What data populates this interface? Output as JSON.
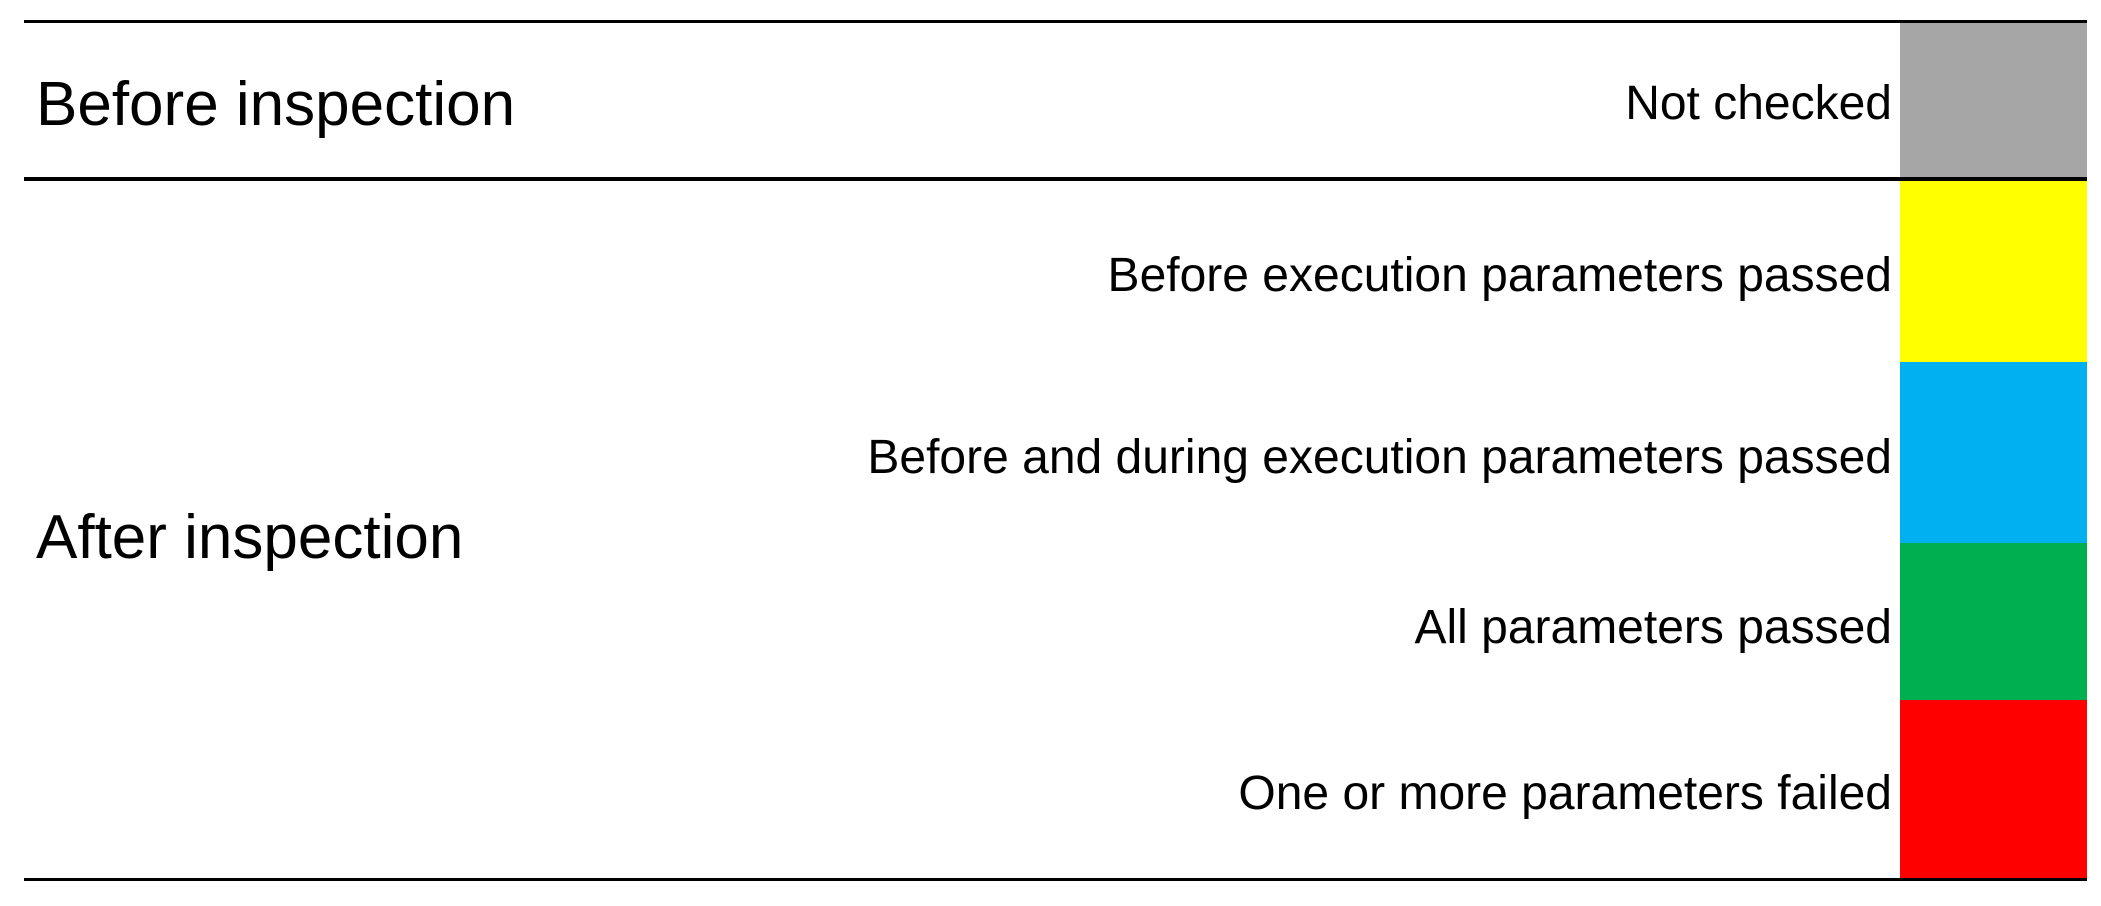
{
  "groups": {
    "before_label": "Before inspection",
    "after_label": "After inspection"
  },
  "statuses": [
    {
      "label": "Not checked",
      "color": "#A6A6A6",
      "group": "Before inspection"
    },
    {
      "label": "Before execution parameters passed",
      "color": "#FFFF00",
      "group": "After inspection"
    },
    {
      "label": "Before and during execution parameters passed",
      "color": "#00B0F0",
      "group": "After inspection"
    },
    {
      "label": "All parameters passed",
      "color": "#00B050",
      "group": "After inspection"
    },
    {
      "label": "One or more parameters failed",
      "color": "#FF0000",
      "group": "After inspection"
    }
  ]
}
